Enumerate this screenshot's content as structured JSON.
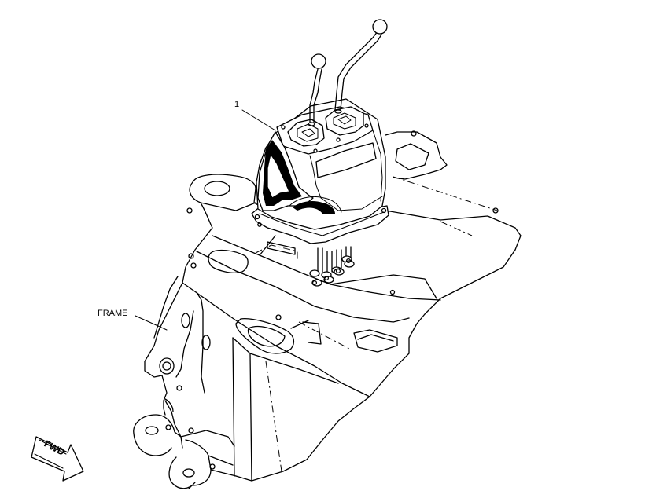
{
  "labels": {
    "part_1": "1",
    "frame": "FRAME",
    "direction": "FWD"
  }
}
